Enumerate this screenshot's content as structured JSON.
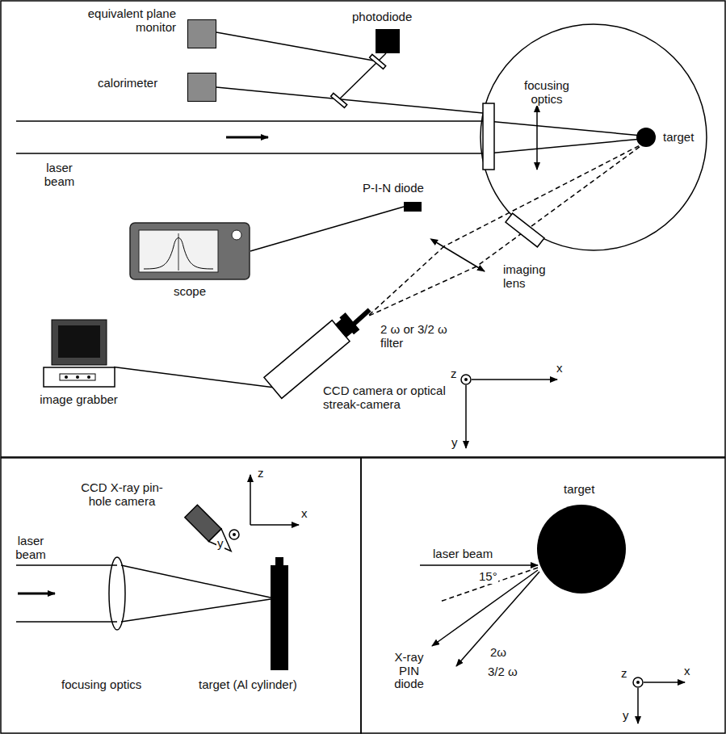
{
  "diagram": {
    "nodes": [
      {
        "text": [
          "equivalent plane monitor"
        ]
      },
      {
        "text": [
          "photodiode"
        ]
      },
      {
        "text": [
          "calorimeter"
        ]
      },
      {
        "text": [
          "P-I-N diode"
        ]
      },
      {
        "text": [
          "scope"
        ]
      },
      {
        "text": [
          "CCD camera or optical streak-camera"
        ]
      },
      {
        "text": [
          "image grabber"
        ]
      }
    ],
    "edges": [
      {
        "from": 3,
        "to": 4,
        "arrow": "none"
      },
      {
        "from": 5,
        "to": 6,
        "arrow": "none"
      }
    ],
    "labels": [
      "laser beam",
      "focusing optics",
      "target",
      "imaging lens",
      "2 ω or 3/2 ω filter",
      "z",
      "x",
      "y",
      "CCD X-ray pin-hole camera",
      "laser beam",
      "focusing optics",
      "target (Al cylinder)",
      "z",
      "y",
      "x",
      "target",
      "laser beam",
      "15°",
      "X-ray PIN diode",
      "2ω",
      "3/2 ω",
      "z",
      "x",
      "y"
    ]
  }
}
